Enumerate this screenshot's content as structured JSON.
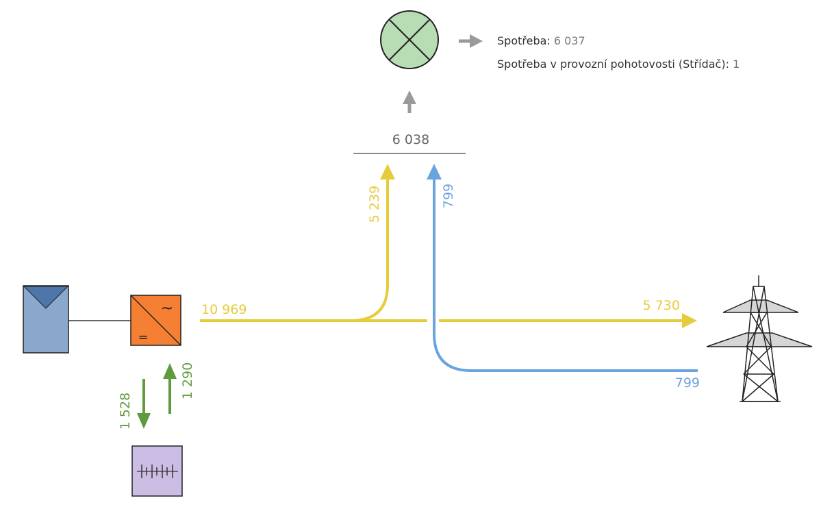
{
  "colors": {
    "solar": "#e6cc3a",
    "grid": "#6aa4e0",
    "battery": "#5f9a3f",
    "neutral": "#9a9a9a",
    "text_dark": "#333333",
    "text_grey": "#777777",
    "consumer_fill": "#b8dcb3",
    "panel_fill": "#8aa8cc",
    "panel_top": "#4e76aa",
    "inverter_fill": "#f57f33",
    "battery_fill": "#cbbde4",
    "tower_fill": "#d6d6d6"
  },
  "consumption": {
    "total_label": "Spotřeba:",
    "total_value": "6 037",
    "standby_label": "Spotřeba v provozní pohotovosti (Střídač):",
    "standby_value": "1"
  },
  "flows": {
    "busbar_total": "6 038",
    "pv_production": "10 969",
    "pv_to_load": "5 239",
    "grid_to_load": "799",
    "pv_to_grid": "5 730",
    "grid_import": "799",
    "battery_charge": "1 528",
    "battery_discharge": "1 290"
  },
  "icons": {
    "inverter_ac": "~",
    "inverter_dc": "="
  }
}
